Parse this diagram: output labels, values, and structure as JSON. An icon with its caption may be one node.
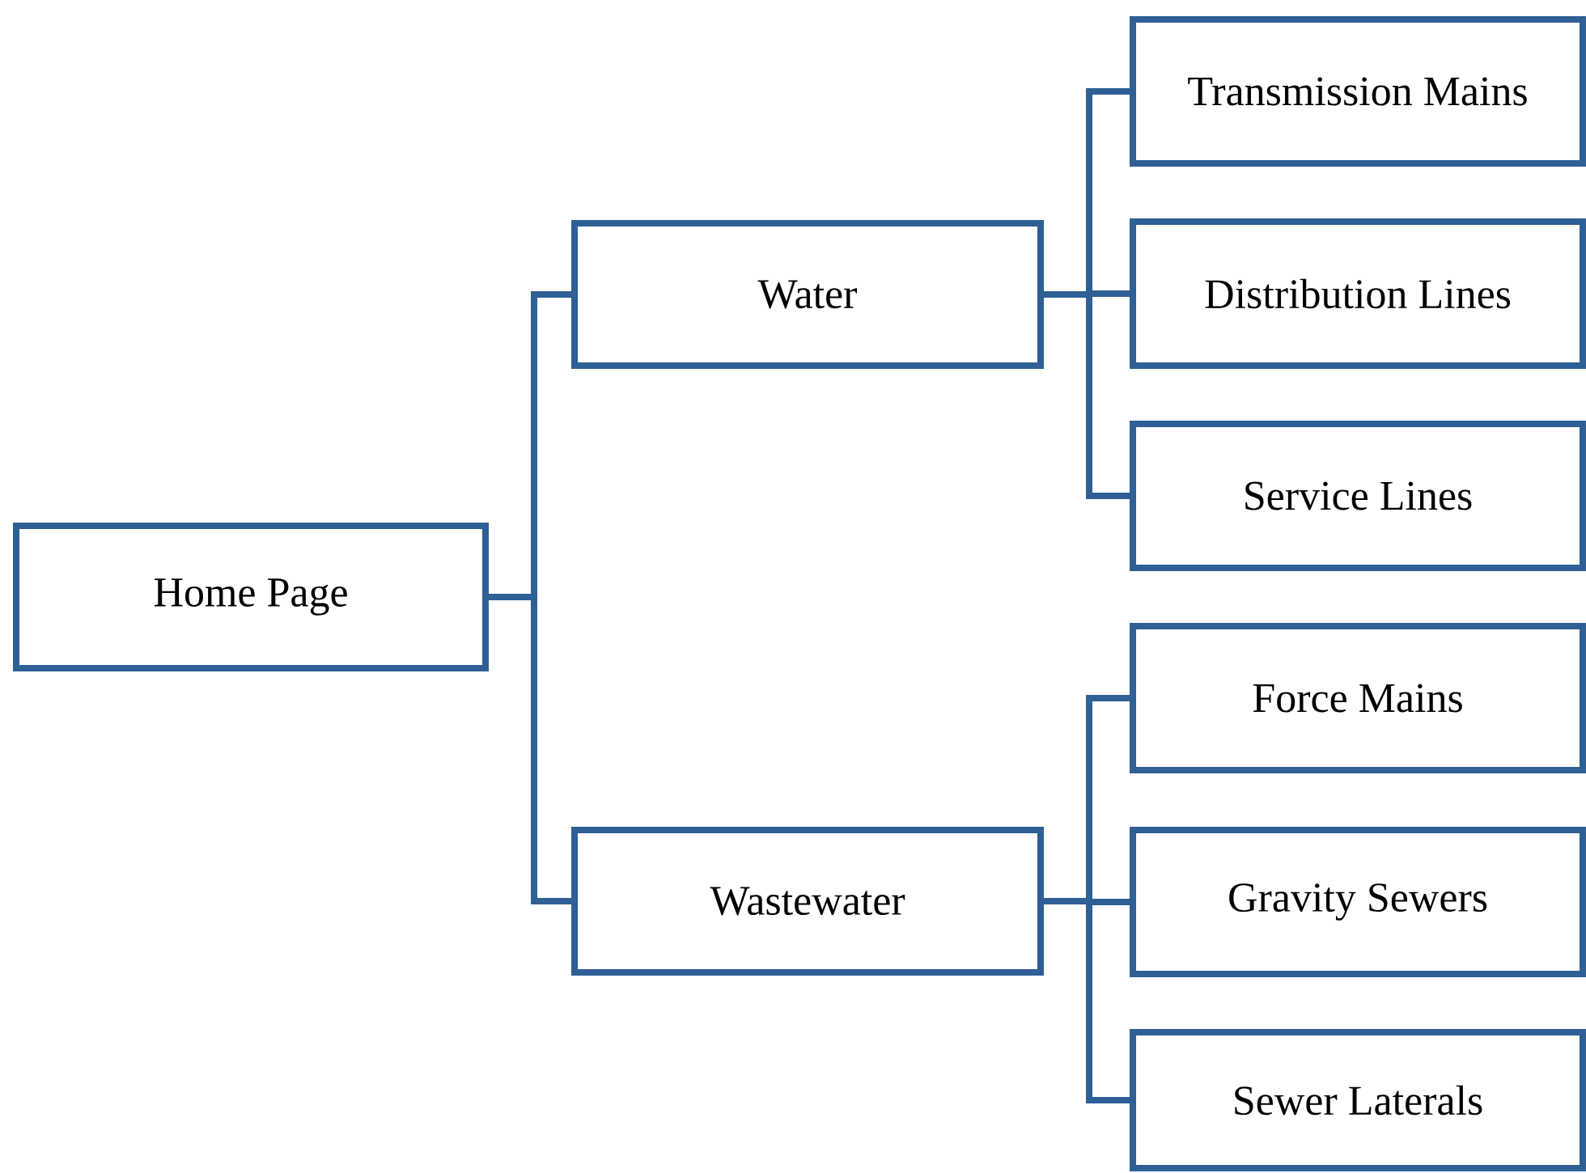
{
  "diagram": {
    "nodes": [
      {
        "text": [
          "Home Page"
        ]
      },
      {
        "text": [
          "Water"
        ]
      },
      {
        "text": [
          "Wastewater"
        ]
      },
      {
        "text": [
          "Transmission Mains"
        ]
      },
      {
        "text": [
          "Distribution Lines"
        ]
      },
      {
        "text": [
          "Service Lines"
        ]
      },
      {
        "text": [
          "Force Mains"
        ]
      },
      {
        "text": [
          "Gravity Sewers"
        ]
      },
      {
        "text": [
          "Sewer Laterals"
        ]
      }
    ],
    "edges": [
      {
        "from": 0,
        "to": 1,
        "arrow": "none"
      },
      {
        "from": 0,
        "to": 2,
        "arrow": "none"
      },
      {
        "from": 1,
        "to": 3,
        "arrow": "none"
      },
      {
        "from": 1,
        "to": 4,
        "arrow": "none"
      },
      {
        "from": 1,
        "to": 5,
        "arrow": "none"
      },
      {
        "from": 2,
        "to": 6,
        "arrow": "none"
      },
      {
        "from": 2,
        "to": 7,
        "arrow": "none"
      },
      {
        "from": 2,
        "to": 8,
        "arrow": "none"
      }
    ]
  }
}
